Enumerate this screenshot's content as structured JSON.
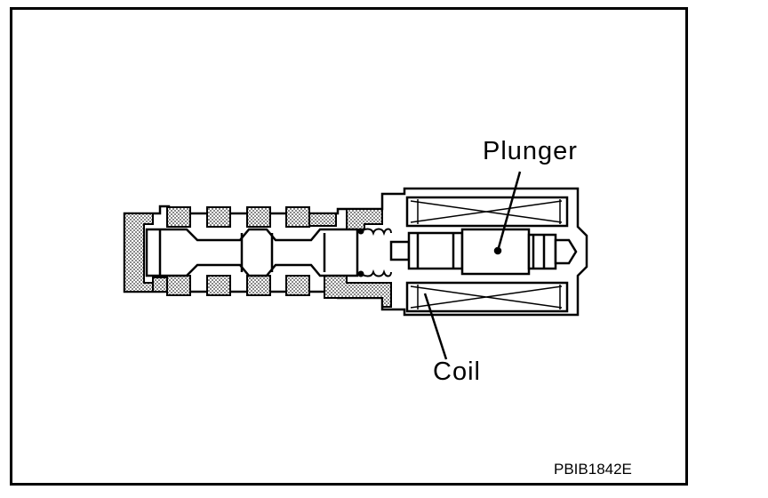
{
  "labels": {
    "plunger": "Plunger",
    "coil": "Coil",
    "figure_code": "PBIB1842E"
  },
  "colors": {
    "ink": "#000000",
    "paper": "#ffffff",
    "stipple": "#8a8a8a"
  }
}
